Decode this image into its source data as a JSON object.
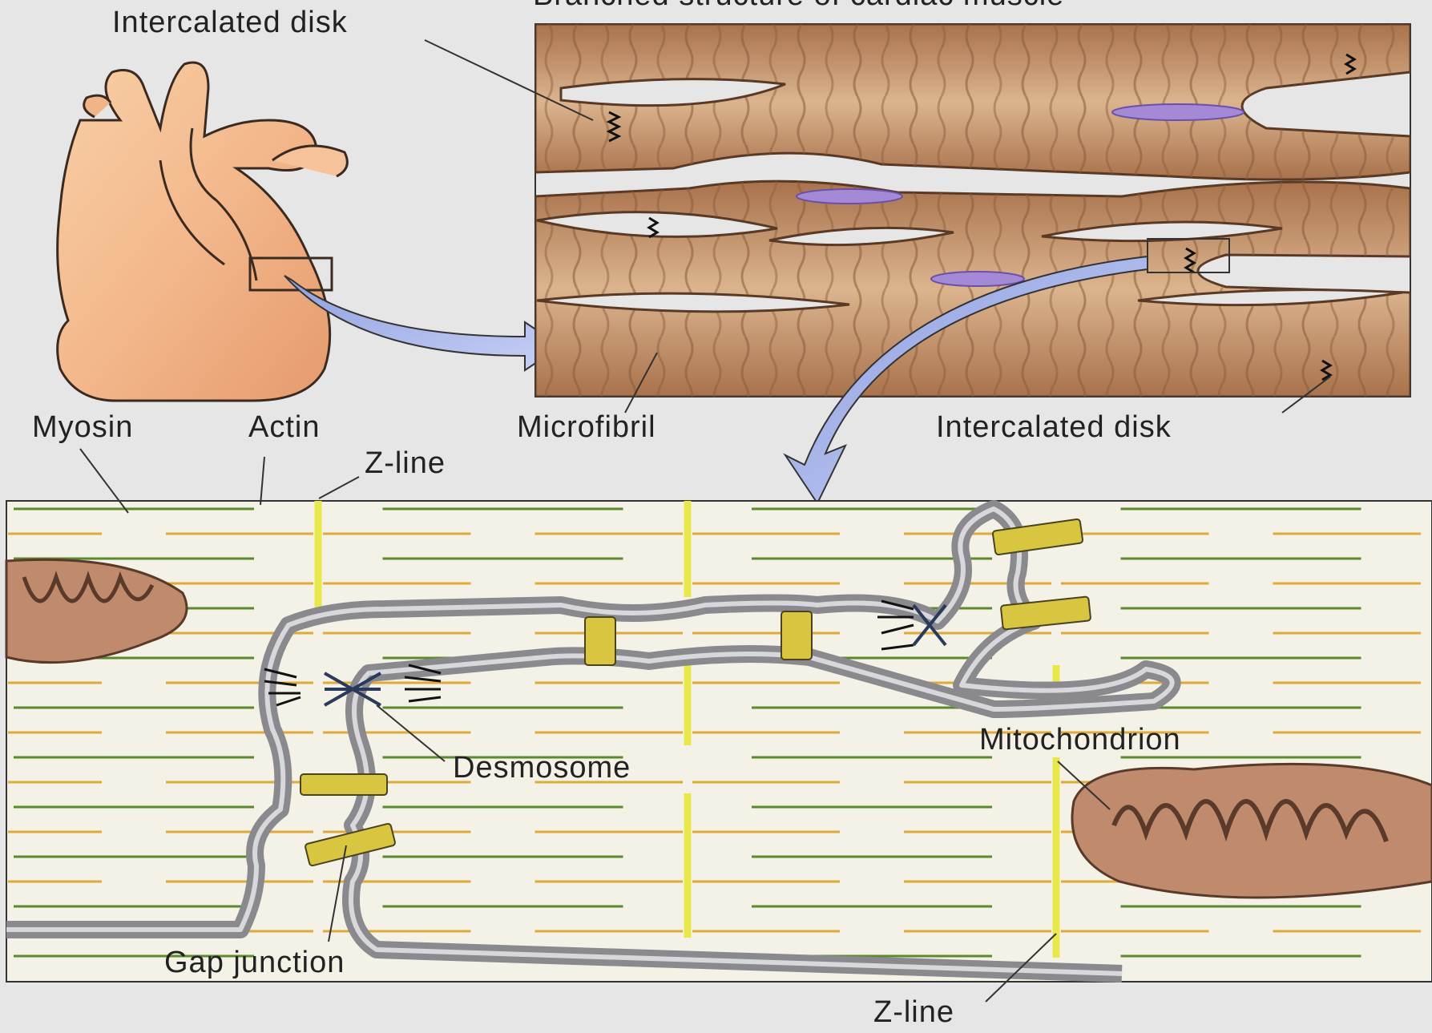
{
  "labels": {
    "top_title": "Branched structure of cardiac muscle",
    "intercalated_disk_top": "Intercalated disk",
    "intercalated_disk_right": "Intercalated disk",
    "microfibril": "Microfibril",
    "myosin": "Myosin",
    "actin": "Actin",
    "z_line_top": "Z-line",
    "z_line_bottom": "Z-line",
    "desmosome": "Desmosome",
    "mitochondrion": "Mitochondrion",
    "gap_junction": "Gap junction"
  },
  "colors": {
    "background": "#e6e6e6",
    "heart": "#f2b48a",
    "muscle_fiber": "#c79a70",
    "striation": "#8a5a38",
    "nucleus": "#a48ad6",
    "arrow": "#a9b6ea",
    "myosin_filament": "#5a8a2e",
    "actin_filament": "#e0a93a",
    "z_line": "#e8e84a",
    "membrane": "#8a8a8e",
    "gap_junction": "#d8c640",
    "mitochondrion": "#b47a5a"
  }
}
